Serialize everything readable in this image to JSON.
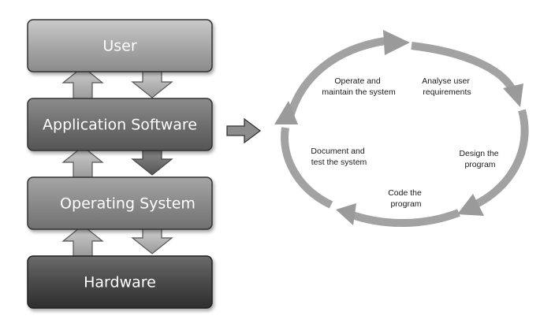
{
  "layers": {
    "user": "User",
    "application_software": "Application Software",
    "operating_system": "Operating System",
    "hardware": "Hardware"
  },
  "cycle": {
    "operate": [
      "Operate and",
      "maintain the system"
    ],
    "analyse": [
      "Analyse user",
      "requirements"
    ],
    "design": [
      "Design the",
      "program"
    ],
    "code": [
      "Code the",
      "program"
    ],
    "document": [
      "Document and",
      "test the system"
    ]
  },
  "colors": {
    "user_box": "#a3a3a3",
    "application_box": "#6f6f6f",
    "operating_system_box": "#8a8a8a",
    "hardware_box": "#4a4a4a",
    "cycle_arrow": "#9c9c9c"
  }
}
